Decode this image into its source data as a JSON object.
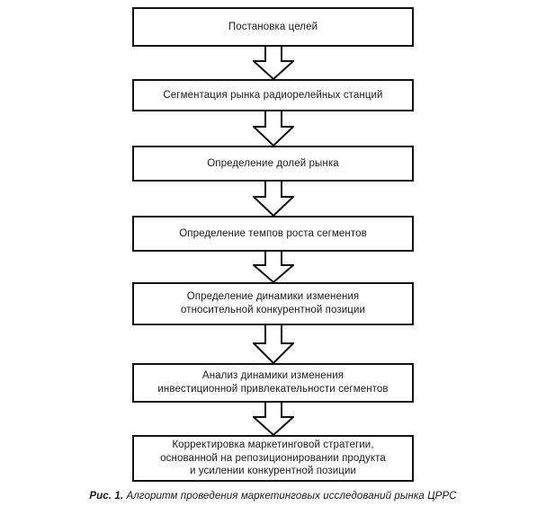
{
  "figure": {
    "type": "flowchart",
    "orientation": "vertical-top-down",
    "caption_label": "Рис. 1.",
    "caption_text": "Алгоритм проведения маркетинговых исследований рынка ЦРРС",
    "colors": {
      "box_border": "#111111",
      "box_fill": "#ffffff",
      "arrow_stroke": "#111111",
      "arrow_fill": "#ffffff",
      "text": "#1a1a1a",
      "background": "#ffffff"
    },
    "nodes": [
      {
        "id": "n1",
        "label": "Постановка целей"
      },
      {
        "id": "n2",
        "label": "Сегментация рынка радиорелейных станций"
      },
      {
        "id": "n3",
        "label": "Определение долей рынка"
      },
      {
        "id": "n4",
        "label": "Определение темпов роста сегментов"
      },
      {
        "id": "n5",
        "label": "Определение динамики изменения\nотносительной конкурентной позиции"
      },
      {
        "id": "n6",
        "label": "Анализ динамики изменения\nинвестиционной привлекательности сегментов"
      },
      {
        "id": "n7",
        "label": "Корректировка маркетинговой стратегии,\nоснованной на репозиционировании продукта\nи усилении конкурентной позиции"
      }
    ],
    "connectors": [
      {
        "id": "a1",
        "from": "n1",
        "to": "n2",
        "shape": "block-arrow-down"
      },
      {
        "id": "a2",
        "from": "n2",
        "to": "n3",
        "shape": "block-arrow-down"
      },
      {
        "id": "a3",
        "from": "n3",
        "to": "n4",
        "shape": "block-arrow-down"
      },
      {
        "id": "a4",
        "from": "n4",
        "to": "n5",
        "shape": "block-arrow-down"
      },
      {
        "id": "a5",
        "from": "n5",
        "to": "n6",
        "shape": "block-arrow-down"
      },
      {
        "id": "a6",
        "from": "n6",
        "to": "n7",
        "shape": "block-arrow-down"
      }
    ]
  }
}
